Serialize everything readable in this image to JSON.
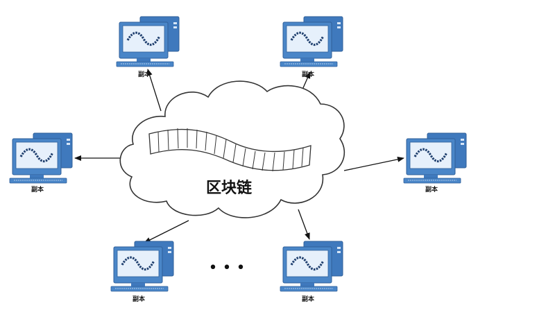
{
  "diagram": {
    "cloud_label": "区块链",
    "node_label": "副本",
    "nodes": [
      {
        "id": "top-left",
        "label": "副本"
      },
      {
        "id": "top-right",
        "label": "副本"
      },
      {
        "id": "left",
        "label": "副本"
      },
      {
        "id": "right",
        "label": "副本"
      },
      {
        "id": "bottom-left",
        "label": "副本"
      },
      {
        "id": "bottom-right",
        "label": "副本"
      }
    ],
    "ellipsis": "• • •",
    "colors": {
      "monitor": "#4a86c8",
      "monitor_dark": "#2f5f99",
      "screen": "#e6f0fb",
      "cloud_stroke": "#333333",
      "arrow": "#111111"
    }
  }
}
